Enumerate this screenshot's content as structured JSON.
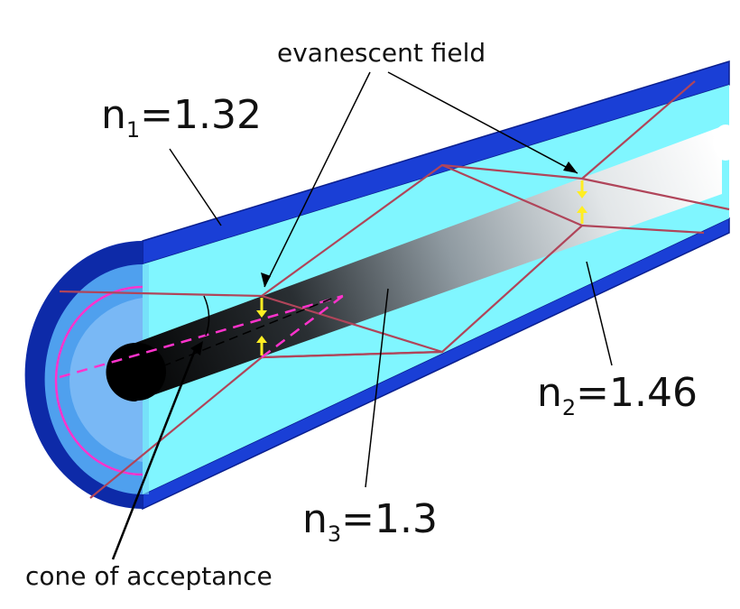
{
  "labels": {
    "evanescent": "evanescent field",
    "cone": "cone of acceptance",
    "n1": {
      "base": "n",
      "sub": "1",
      "value": "=1.32"
    },
    "n2": {
      "base": "n",
      "sub": "2",
      "value": "=1.46"
    },
    "n3": {
      "base": "n",
      "sub": "3",
      "value": "=1.3"
    }
  },
  "colors": {
    "outer_cladding": "#1a3fd6",
    "outer_cladding_dark": "#0a1f8f",
    "guiding_layer": "#80f6ff",
    "end_face_ring": "#4fa0ee",
    "end_face_inner": "#79b8f5",
    "ray": "#b0455a",
    "acceptance": "#ff33cc",
    "evanescent_arrow": "#ffee22",
    "core_dark": "#000000",
    "core_light": "#ffffff"
  },
  "icons": {
    "evanescent_marker": "yellow-double-arrow"
  }
}
